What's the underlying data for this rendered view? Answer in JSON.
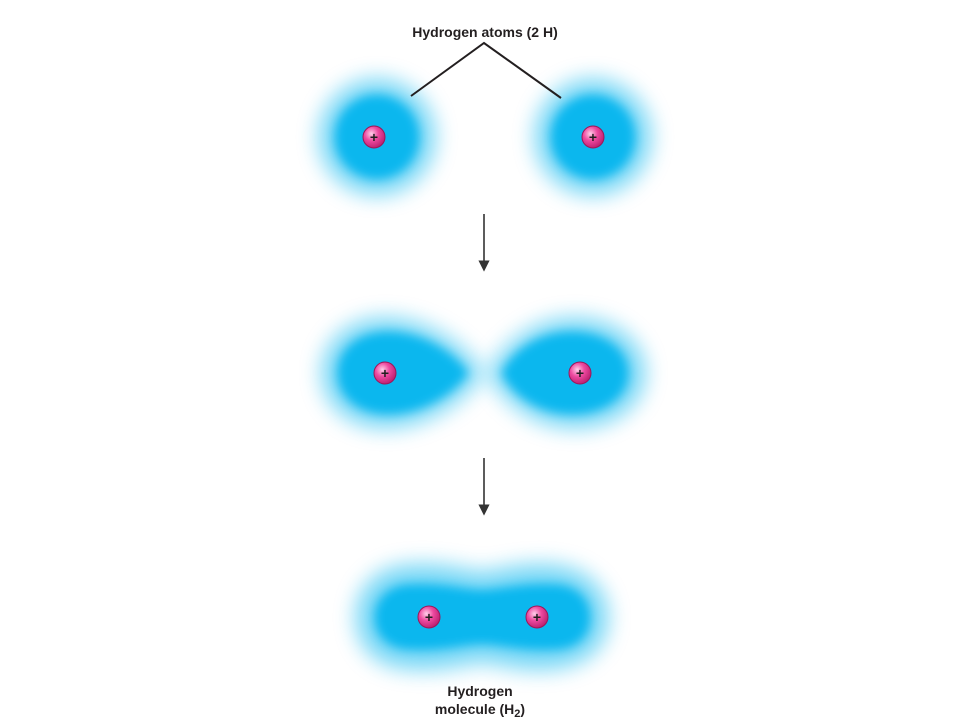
{
  "title": "Hydrogen atoms (2 H)",
  "molecule_label": {
    "line1": "Hydrogen",
    "line2_prefix": "molecule (H",
    "line2_subscript": "2",
    "line2_suffix": ")"
  },
  "proton_symbol": "+",
  "colors": {
    "electron_cloud": "#00b4ee",
    "proton": "#e0388f",
    "arrow": "#333333",
    "text": "#231f20"
  },
  "stages": [
    {
      "name": "separate-atoms",
      "protons": 2
    },
    {
      "name": "approaching-atoms",
      "protons": 2
    },
    {
      "name": "molecule",
      "protons": 2
    }
  ]
}
